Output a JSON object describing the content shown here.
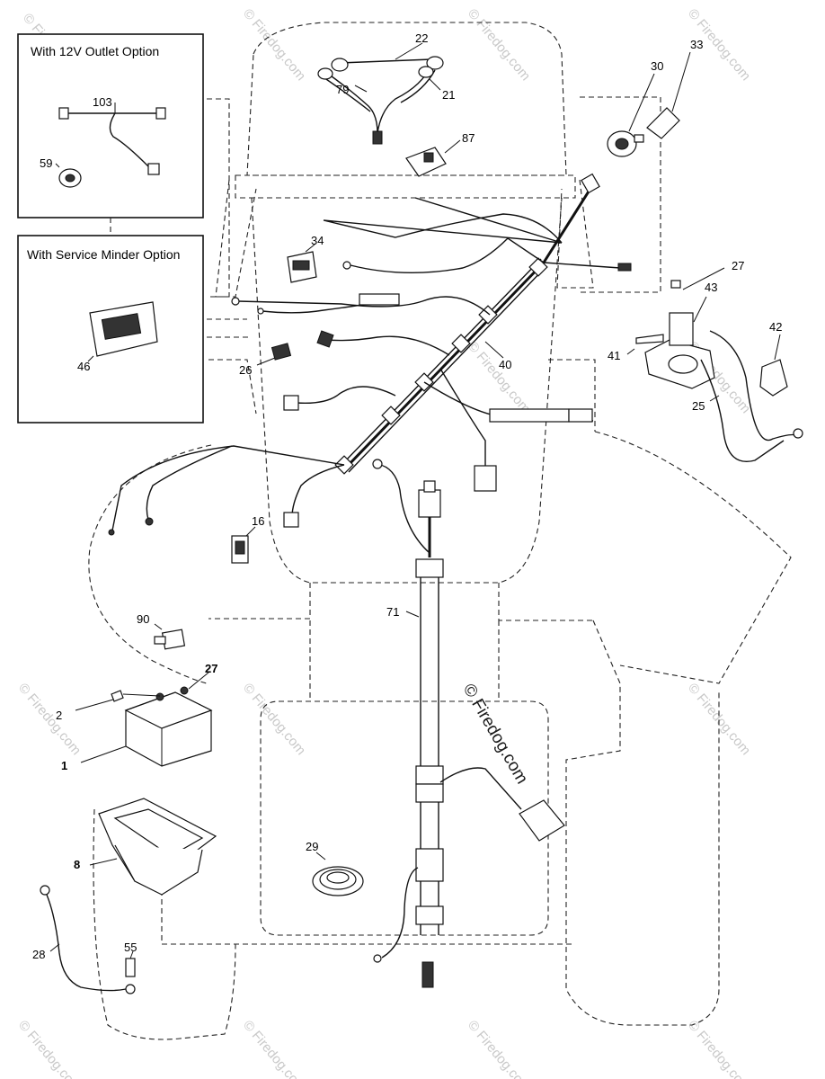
{
  "option_boxes": {
    "outlet_title": "With 12V Outlet Option",
    "minder_title": "With Service Minder Option"
  },
  "callouts": {
    "c103": "103",
    "c59": "59",
    "c46": "46",
    "c22": "22",
    "c79": "79",
    "c21": "21",
    "c87": "87",
    "c30": "30",
    "c33": "33",
    "c34": "34",
    "c27a": "27",
    "c43": "43",
    "c42": "42",
    "c41": "41",
    "c25": "25",
    "c40": "40",
    "c26": "26",
    "c16": "16",
    "c90": "90",
    "c71": "71",
    "c27b": "27",
    "c2": "2",
    "c1": "1",
    "c8": "8",
    "c29": "29",
    "c28": "28",
    "c55": "55"
  },
  "watermark": {
    "center": "© Firedog.com",
    "tile": "© Firedog.com"
  }
}
